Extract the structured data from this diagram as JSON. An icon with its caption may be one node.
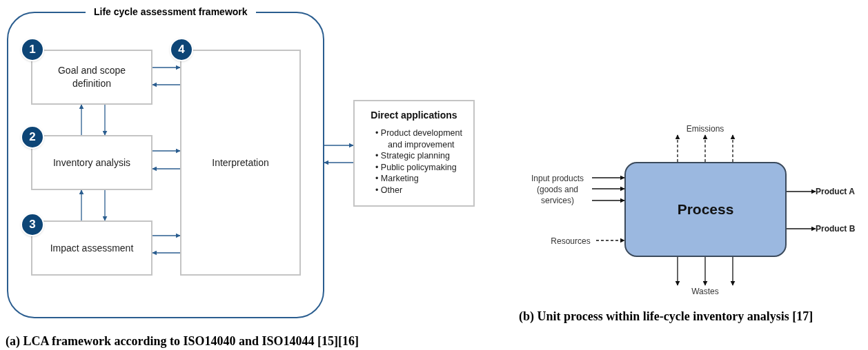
{
  "diagram": {
    "nodes": [
      {
        "text": [
          "Life cycle assessment framework"
        ]
      },
      {
        "text": [
          "1"
        ],
        "in": 0
      },
      {
        "text": [
          "Goal and scope definition"
        ],
        "in": 0
      },
      {
        "text": [
          "2"
        ],
        "in": 0
      },
      {
        "text": [
          "Inventory analysis"
        ],
        "in": 0
      },
      {
        "text": [
          "3"
        ],
        "in": 0
      },
      {
        "text": [
          "Impact assessment"
        ],
        "in": 0
      },
      {
        "text": [
          "4"
        ],
        "in": 0
      },
      {
        "text": [
          "Interpretation"
        ],
        "in": 0
      },
      {
        "text": [
          "Direct applications",
          "• Product development and improvement",
          "• Strategic planning",
          "• Public policymaking",
          "• Marketing",
          "• Other"
        ]
      },
      {
        "text": [
          "Input products (goods and services)"
        ]
      },
      {
        "text": [
          "Resources"
        ]
      },
      {
        "text": [
          "Emissions"
        ]
      },
      {
        "text": [
          "Process"
        ]
      },
      {
        "text": [
          "Product A"
        ]
      },
      {
        "text": [
          "Product B"
        ]
      },
      {
        "text": [
          "Wastes"
        ]
      }
    ],
    "edges": [
      {
        "from": 2,
        "to": 8,
        "arrow": "to"
      },
      {
        "from": 8,
        "to": 2,
        "arrow": "to"
      },
      {
        "from": 4,
        "to": 8,
        "arrow": "to"
      },
      {
        "from": 8,
        "to": 4,
        "arrow": "to"
      },
      {
        "from": 6,
        "to": 8,
        "arrow": "to"
      },
      {
        "from": 8,
        "to": 6,
        "arrow": "to"
      },
      {
        "from": 4,
        "to": 2,
        "arrow": "to"
      },
      {
        "from": 2,
        "to": 4,
        "arrow": "to"
      },
      {
        "from": 6,
        "to": 4,
        "arrow": "to"
      },
      {
        "from": 4,
        "to": 6,
        "arrow": "to"
      },
      {
        "from": 0,
        "to": 9,
        "arrow": "to"
      },
      {
        "from": 9,
        "to": 0,
        "arrow": "to"
      },
      {
        "from": 10,
        "to": 13,
        "arrow": "to",
        "color": "#111111"
      },
      {
        "from": 10,
        "to": 13,
        "arrow": "to",
        "color": "#111111"
      },
      {
        "from": 10,
        "to": 13,
        "arrow": "to",
        "color": "#111111"
      },
      {
        "from": 11,
        "to": 13,
        "arrow": "to",
        "style": "dashed",
        "color": "#111111"
      },
      {
        "from": 13,
        "to": 12,
        "arrow": "to",
        "style": "dashed",
        "color": "#111111"
      },
      {
        "from": 13,
        "to": 12,
        "arrow": "to",
        "style": "dashed",
        "color": "#111111"
      },
      {
        "from": 13,
        "to": 12,
        "arrow": "to",
        "style": "dashed",
        "color": "#111111"
      },
      {
        "from": 13,
        "to": 14,
        "arrow": "to",
        "color": "#111111"
      },
      {
        "from": 13,
        "to": 15,
        "arrow": "to",
        "color": "#111111"
      },
      {
        "from": 13,
        "to": 16,
        "arrow": "to",
        "color": "#111111"
      },
      {
        "from": 13,
        "to": 16,
        "arrow": "to",
        "color": "#111111"
      },
      {
        "from": 13,
        "to": 16,
        "arrow": "to",
        "color": "#111111"
      }
    ],
    "labels": [
      "(a) LCA framework according to ISO14040 and ISO14044 [15][16]",
      "(b) Unit process within life-cycle inventory analysis [17]"
    ]
  }
}
